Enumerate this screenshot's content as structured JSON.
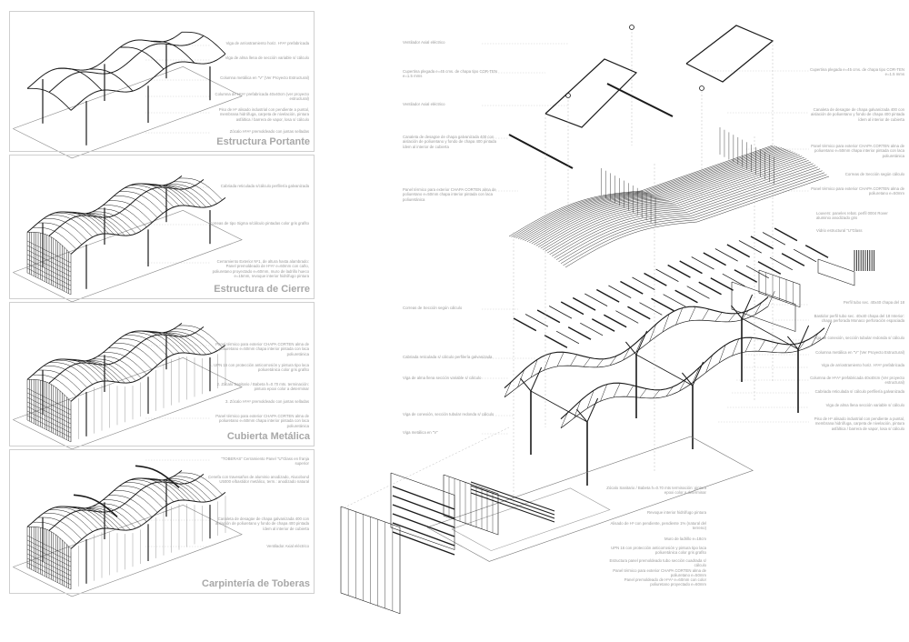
{
  "panels": [
    {
      "title": "Estructura Portante",
      "notes": [
        "Viga de arriostramiento horiz. HºAº prefabricada",
        "Viga de alma llena de sección variable s/ cálculo",
        "Columna metálica en \"V\" (Ver Proyecto Estructural)",
        "Columna de HºAº prefabricada 40x40cm (ver proyecto estructural)",
        "Piso de Hº alisado industrial con pendiente a puntal, membrana hidrófuga, carpeta de nivelación, pintura asfáltica / barrera de vapor, losa s/ cálculo",
        "Zócalo HºAº premoldeado con juntas selladas"
      ]
    },
    {
      "title": "Estructura de Cierre",
      "notes": [
        "Cabriada reticulada s/cálculo perfilería galvanizada",
        "Correas de tipo Sigma s/cálculo pintadas color gris grafito",
        "Cerramiento Exterior Nº1, de altura hasta alambrado: Panel premoldeado de HºAº e=60mm con caño, poliuretano proyectado e=60mm, muro de ladrillo hueco e=15mm, revoque interior hidrófugo pintura"
      ]
    },
    {
      "title": "Cubierta Metálica",
      "notes": [
        "Panel térmico para exterior CHAPA CORTEN alma de poliuretano e=50mm chapa interior pintada con laca poliuretánica",
        "1. UPN 16 con protección anticorrosión y pintura tipo laca poliuretánica color gris grafito",
        "2. Zócalo Sanitario / Babeta h=0.70 mts. terminación: pintura epoxi color a determinar",
        "3. Zócalo HºAº premoldeado con juntas selladas",
        "Panel térmico para exterior CHAPA CORTEN alma de poliuretano e=50mm chapa interior pintada con laca poliuretánica"
      ]
    },
    {
      "title": "Carpintería de Toberas",
      "notes": [
        "\"TOBERAS\" Cerramiento Panel \"U\"Glass en franja superior",
        "Cenefa con travesaños de aluminio anodizado, Alucobond U5000 e/bastidor metálico, term.: anodizado natural",
        "Canaleta de desagüe de chapa galvanizada 400 con aislación de poliuretano y fondo de chapa 400 pintada ídem al interior de cubierta",
        "Ventilador Axial eléctrico"
      ]
    }
  ],
  "exploded": {
    "left_notes": [
      "Ventilador Axial eléctrico",
      "Cupertina plegada e=45 cms. de chapa tipo COR-TEN e=1.5 mms",
      "Ventilador Axial eléctrico",
      "Canaleta de desagüe de chapa galvanizada 400 con aislación de poliuretano y fondo de chapa 400 pintada ídem al interior de cubierta",
      "Panel térmico para exterior CHAPA CORTEN alma de poliuretano e=50mm chapa interior pintada con laca poliuretánica",
      "Correas de Sección según cálculo",
      "Cabriada reticulada s/ cálculo perfilería galvanizada",
      "Viga de alma llena sección variable s/ cálculo",
      "Viga de conexión, sección tubular redonda s/ cálculo",
      "Viga metálica en \"V\""
    ],
    "right_notes": [
      "Cupertina plegada e=45 cms. de chapa tipo COR-TEN e=1.5 mms",
      "Canaleta de desagüe de chapa galvanizada 400 con aislación de poliuretano y fondo de chapa 400 pintada ídem al interior de cubierta",
      "Panel térmico para exterior CHAPA CORTEN alma de poliuretano e=50mm chapa interior pintada con laca poliuretánica",
      "Correas de Sección según cálculo",
      "Panel térmico para exterior CHAPA CORTEN alma de poliuretano e=50mm",
      "Louvers: paneles rebat. perfil 0004 Rover aluminio anodizado gris",
      "Vidrio estructural \"U\"Glass",
      "Perfil tubo sec. 40x40 chapa del 18",
      "Bastidor perfil tubo sec. 40x40 chapa del 18 Interior: chapa perforada Monaco perforación espaciada",
      "Viga de conexión, sección tubular redonda s/ cálculo",
      "Columna metálica en \"V\" (Ver Proyecto Estructural)",
      "Viga de arriostramiento horiz. HºAº prefabricada",
      "Columna de HºAº prefabricada 40x40cm (Ver proyecto estructural)",
      "Cabriada reticulada s/ cálculo perfilería galvanizada",
      "Viga de alma llena sección variable s/ cálculo",
      "Piso de Hº alisado industrial con pendiente a puntal, membrana hidrófuga, carpeta de nivelación, pintura asfáltica / barrera de vapor, losa s/ cálculo"
    ],
    "bottom_notes": [
      "Zócalo Sanitario / Babeta h=0.70 mts terminación: pintura epoxi color a determinar",
      "Revoque interior hidrófugo pintura",
      "Alisado de Hº con pendiente, pendiente 1% (natural del terreno)",
      "Muro de ladrillo e=18cm",
      "UPN 16 con protección anticorrosión y pintura tipo laca poliuretánica color gris grafito",
      "Estructura panel premoldeado tubo sección cuadrada s/ cálculo",
      "Panel térmico para exterior CHAPA CORTEN alma de poliuretano e=50mm",
      "Panel premoldeado de HºAº e=60mm con color poliuretano proyectado e=60mm"
    ]
  },
  "colors": {
    "line": "#1a1a1a",
    "note": "#9a9a9a",
    "title": "#a8a8a8",
    "frame": "#cfcfcf"
  }
}
